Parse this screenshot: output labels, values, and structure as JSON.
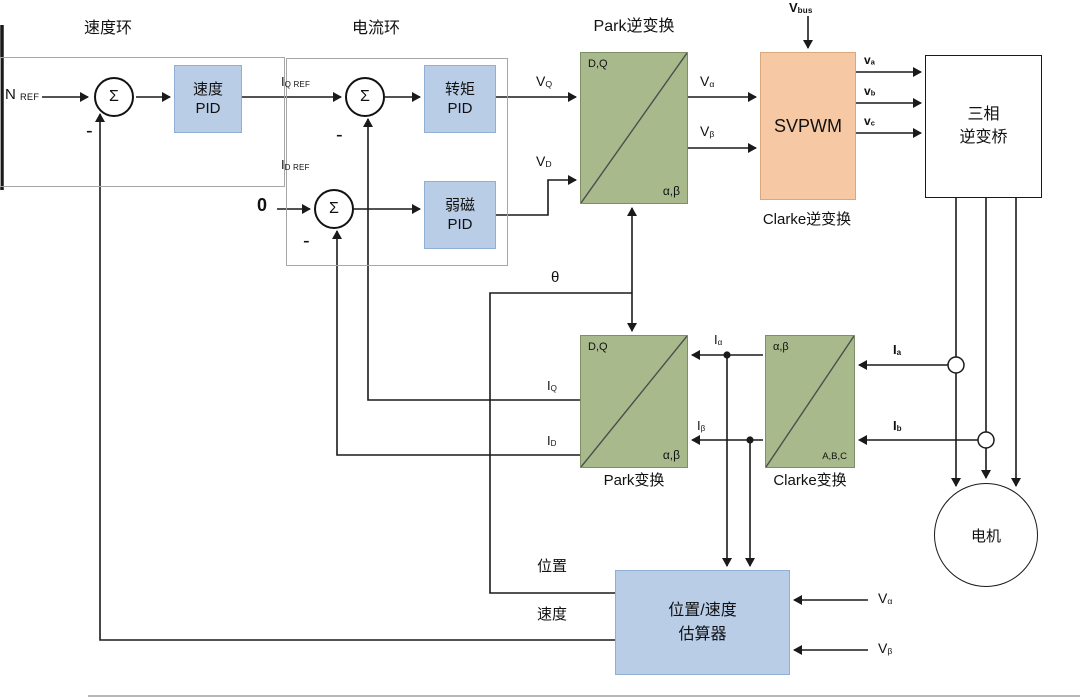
{
  "colors": {
    "blue_box": "#b9cde6",
    "green_box": "#a8b98c",
    "orange_box": "#f6c9a4",
    "box_border_blue": "#8fb0d4",
    "box_border_green": "#7d8f66",
    "box_border_orange": "#d8a87e",
    "wire": "#1a1a1a",
    "loop_border": "#a6a6a6"
  },
  "titles": {
    "speed_loop": "速度环",
    "current_loop": "电流环",
    "inv_park": "Park逆变换",
    "inv_clarke": "Clarke逆变换",
    "park": "Park变换",
    "clarke": "Clarke变换"
  },
  "blocks": {
    "speed_pid": {
      "line1": "速度",
      "line2": "PID"
    },
    "torque_pid": {
      "line1": "转矩",
      "line2": "PID"
    },
    "flux_pid": {
      "line1": "弱磁",
      "line2": "PID"
    },
    "svpwm": "SVPWM",
    "inverter": {
      "line1": "三相",
      "line2": "逆变桥"
    },
    "motor": "电机",
    "estimator": {
      "line1": "位置/速度",
      "line2": "估算器"
    },
    "sum": "Σ",
    "minus": "-"
  },
  "corners": {
    "dq": "D,Q",
    "ab": "α,β",
    "abc": "A,B,C"
  },
  "signals": {
    "n_ref": {
      "m": "N",
      "s": "REF"
    },
    "iq_ref": {
      "m": "I",
      "s": "Q REF"
    },
    "id_ref": {
      "m": "I",
      "s": "D REF"
    },
    "zero": "0",
    "vq": {
      "m": "V",
      "s": "Q"
    },
    "vd": {
      "m": "V",
      "s": "D"
    },
    "v_alpha": {
      "m": "V",
      "s": "α"
    },
    "v_beta": {
      "m": "V",
      "s": "β"
    },
    "vbus": {
      "m": "V",
      "s": "bus"
    },
    "va": {
      "m": "v",
      "s": "a"
    },
    "vb": {
      "m": "v",
      "s": "b"
    },
    "vc": {
      "m": "v",
      "s": "c"
    },
    "ia": {
      "m": "I",
      "s": "a"
    },
    "ib": {
      "m": "I",
      "s": "b"
    },
    "i_alpha": {
      "m": "I",
      "s": "α"
    },
    "i_beta": {
      "m": "I",
      "s": "β"
    },
    "iq": {
      "m": "I",
      "s": "Q"
    },
    "id": {
      "m": "I",
      "s": "D"
    },
    "theta": "θ",
    "position": "位置",
    "speed": "速度"
  }
}
